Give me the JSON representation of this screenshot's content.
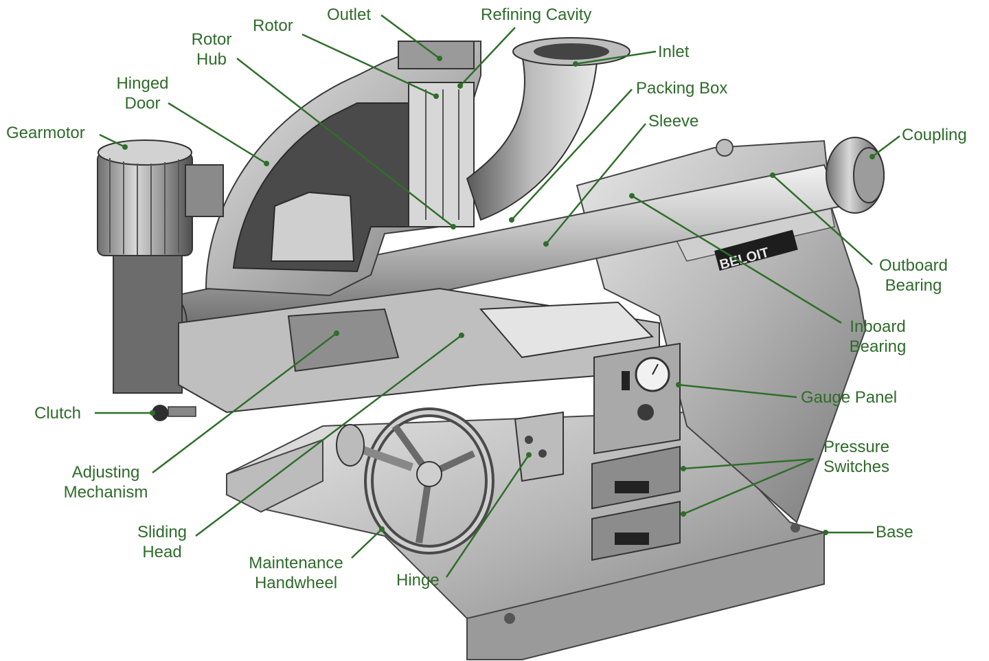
{
  "colors": {
    "label": "#2e6b2a",
    "leader": "#2f6e2a",
    "metal_light": "#d9d9d9",
    "metal_mid": "#a8a8a8",
    "metal_dark": "#5c5c5c",
    "cavity": "#3a3a3a",
    "background": "#ffffff"
  },
  "diagram": {
    "brand_plate": "BELOIT",
    "labels": {
      "outlet": "Outlet",
      "refining_cavity": "Refining Cavity",
      "rotor": "Rotor",
      "rotor_hub_1": "Rotor",
      "rotor_hub_2": "Hub",
      "inlet": "Inlet",
      "hinged_door_1": "Hinged",
      "hinged_door_2": "Door",
      "packing_box": "Packing Box",
      "sleeve": "Sleeve",
      "gearmotor": "Gearmotor",
      "coupling": "Coupling",
      "outboard_bearing_1": "Outboard",
      "outboard_bearing_2": "Bearing",
      "inboard_bearing_1": "Inboard",
      "inboard_bearing_2": "Bearing",
      "gauge_panel": "Gauge Panel",
      "clutch": "Clutch",
      "pressure_switches_1": "Pressure",
      "pressure_switches_2": "Switches",
      "adjusting_mechanism_1": "Adjusting",
      "adjusting_mechanism_2": "Mechanism",
      "base": "Base",
      "sliding_head_1": "Sliding",
      "sliding_head_2": "Head",
      "maintenance_handwheel_1": "Maintenance",
      "maintenance_handwheel_2": "Handwheel",
      "hinge": "Hinge"
    }
  }
}
